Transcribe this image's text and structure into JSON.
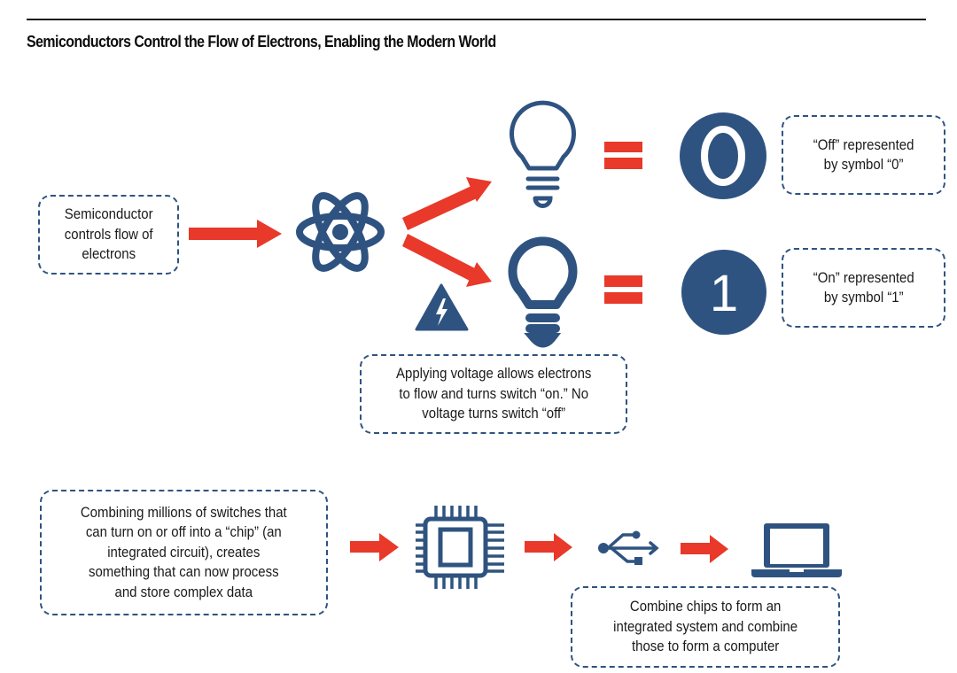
{
  "title": "Semiconductors Control the Flow of Electrons, Enabling the Modern World",
  "colors": {
    "primary_blue": "#2f5380",
    "arrow_red": "#e8392a",
    "text": "#1a1a1a"
  },
  "icons": [
    "atom-icon",
    "lightbulb-off-icon",
    "lightbulb-on-icon",
    "high-voltage-warning-icon",
    "equals-icon",
    "digit-zero-icon",
    "digit-one-icon",
    "microchip-icon",
    "usb-icon",
    "laptop-icon",
    "arrow-right-icon"
  ],
  "boxes": {
    "semiconductor": "Semiconductor\ncontrols flow of\nelectrons",
    "off_symbol": "“Off” represented\nby symbol “0”",
    "on_symbol": "“On” represented\nby symbol “1”",
    "voltage": "Applying voltage allows electrons\nto flow and turns switch “on.” No\nvoltage turns switch “off”",
    "chip": "Combining millions of switches that\ncan turn on or off into a “chip” (an\nintegrated circuit), creates\nsomething that can now process\nand store complex data",
    "computer": "Combine chips to form an\nintegrated system and combine\nthose to form a computer"
  },
  "symbols": {
    "off": "0",
    "on": "1"
  }
}
